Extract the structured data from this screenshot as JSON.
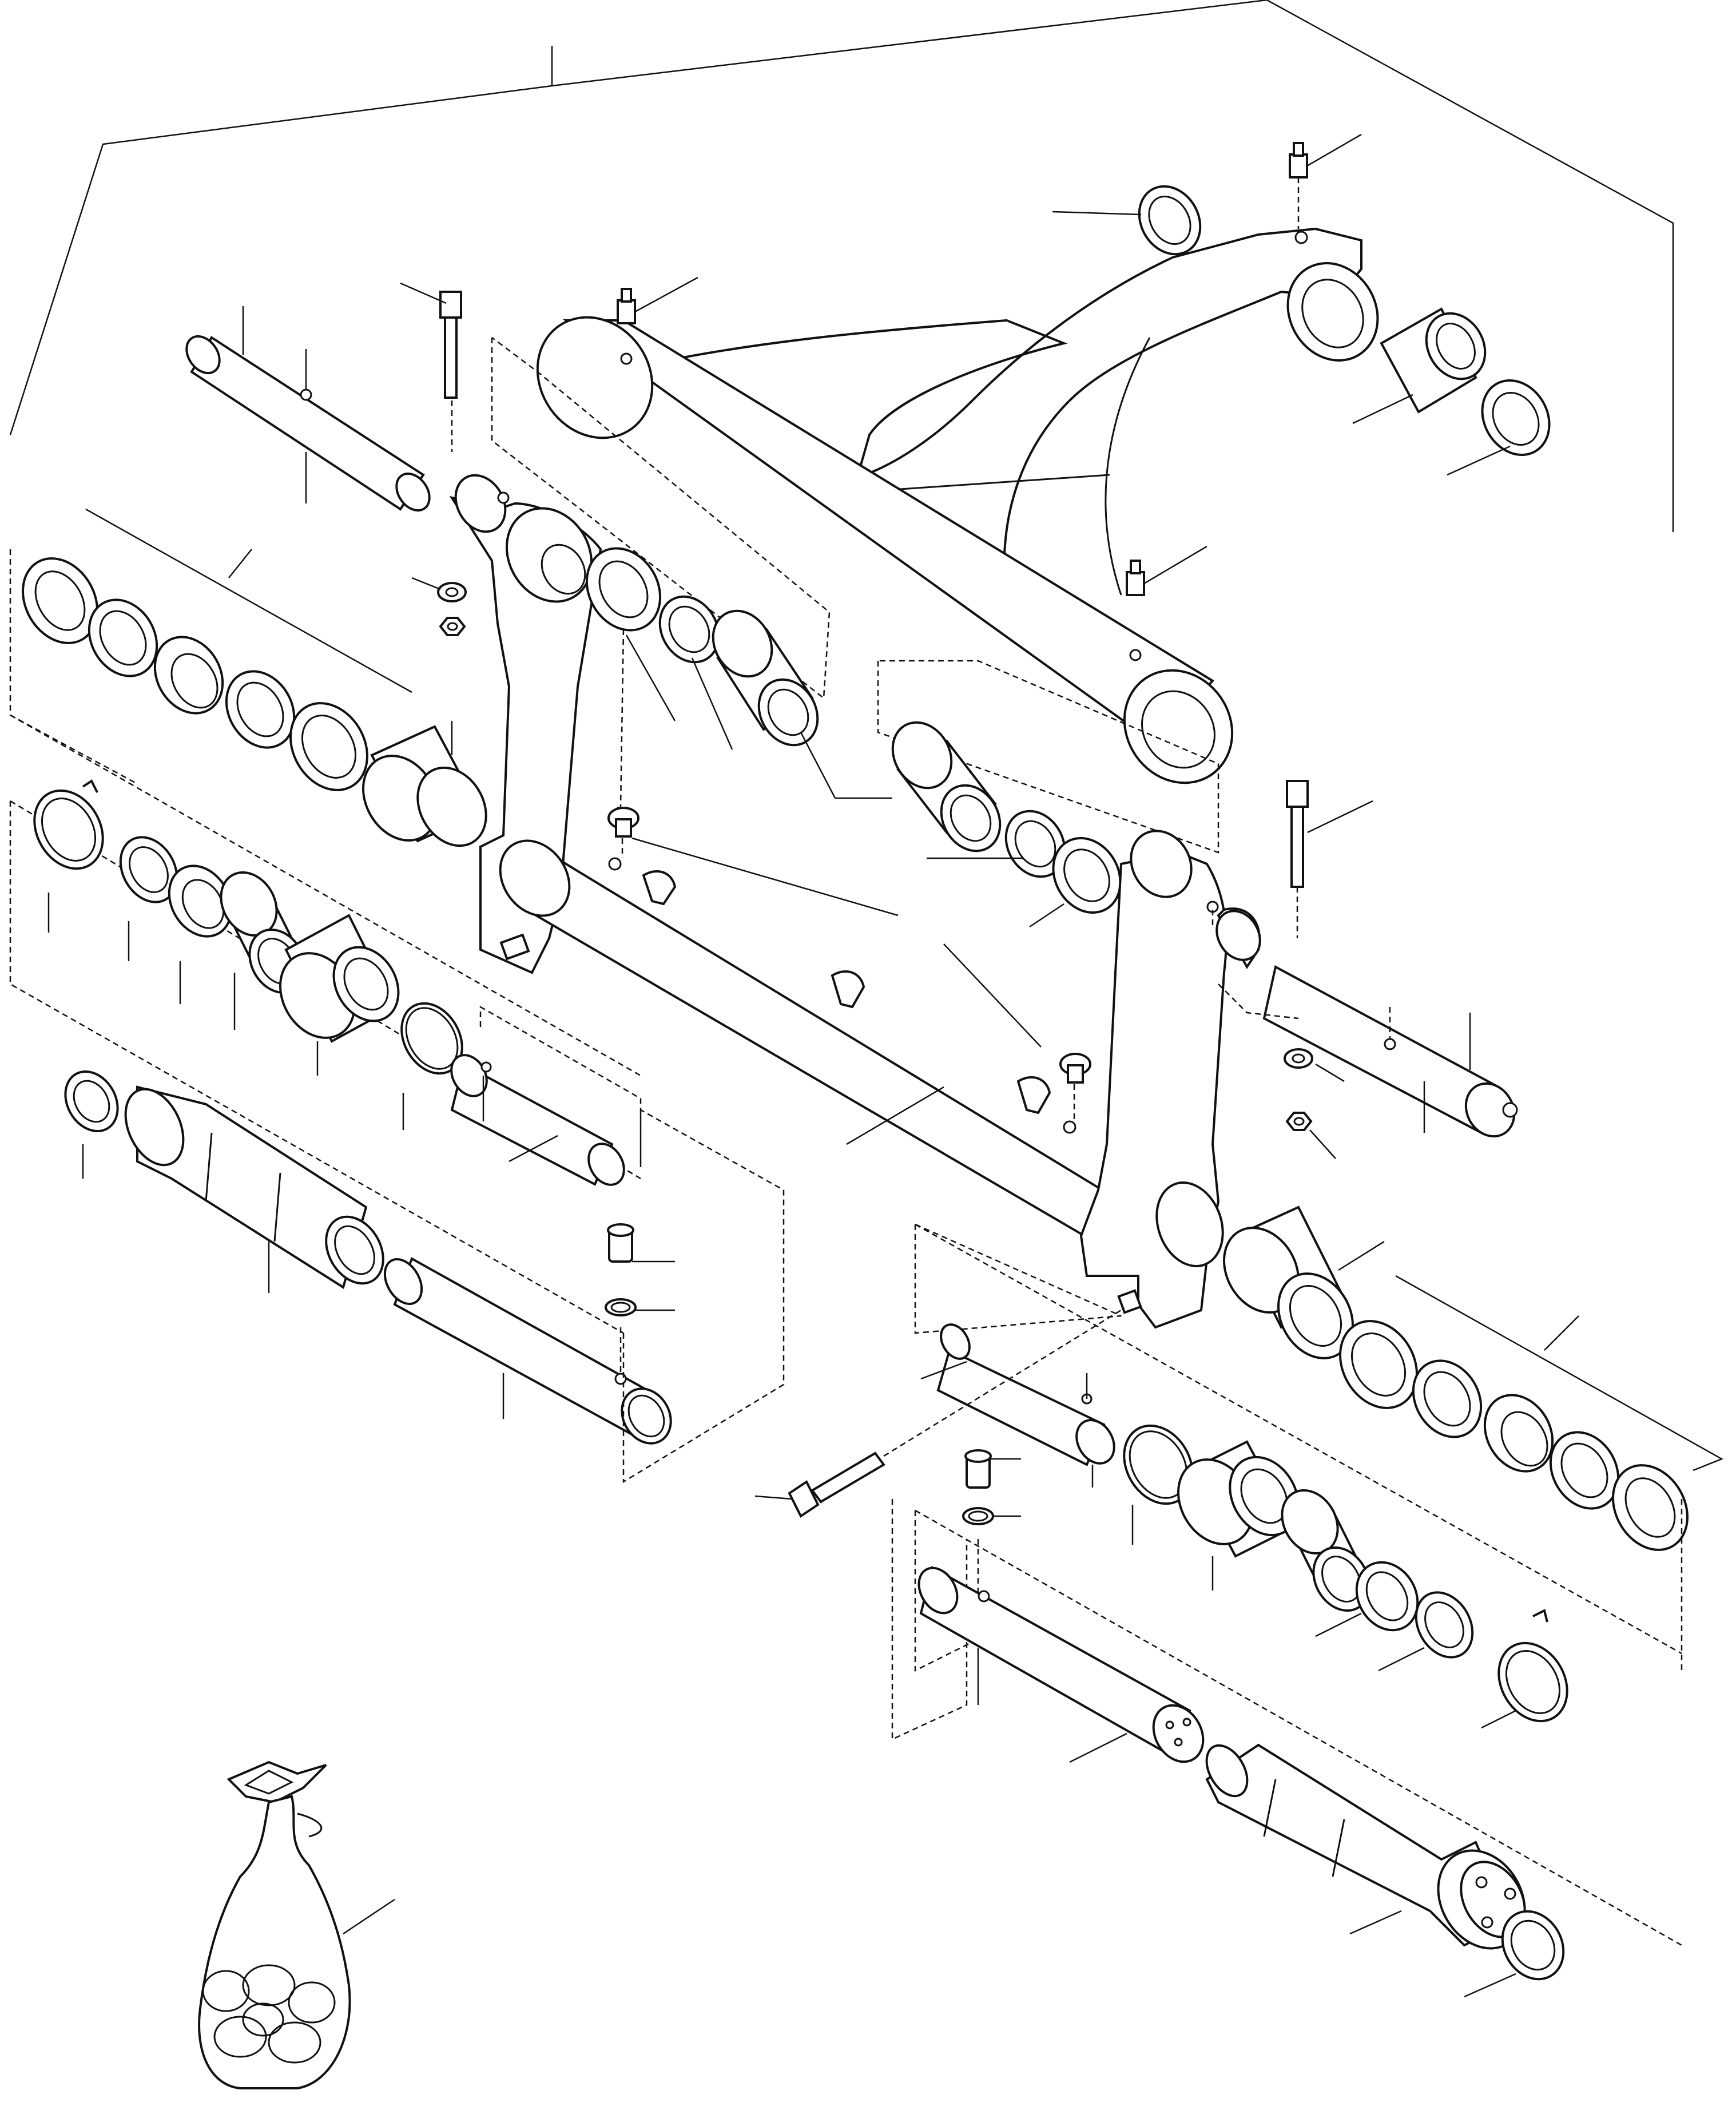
{
  "diagram": {
    "type": "exploded-parts-drawing",
    "text_labels": []
  },
  "colors": {
    "ink": "#111111",
    "paper": "#ffffff"
  },
  "components": [
    {
      "name": "swing-frame",
      "icon": "a-frame-bracket-icon"
    },
    {
      "name": "left-pivot-arm",
      "icon": "pivot-arm-icon"
    },
    {
      "name": "right-pivot-arm",
      "icon": "pivot-arm-icon"
    },
    {
      "name": "central-tube",
      "icon": "tube-icon"
    },
    {
      "name": "upper-tube",
      "icon": "tube-icon"
    },
    {
      "name": "pins",
      "icon": "pin-icon"
    },
    {
      "name": "bolts",
      "icon": "bolt-icon"
    },
    {
      "name": "grease-nipples",
      "icon": "grease-nipple-icon"
    },
    {
      "name": "seal-rings",
      "icon": "ring-icon"
    },
    {
      "name": "bushings",
      "icon": "bushing-icon"
    },
    {
      "name": "circlips",
      "icon": "circlip-icon"
    },
    {
      "name": "parts-bag",
      "icon": "bag-icon"
    }
  ]
}
